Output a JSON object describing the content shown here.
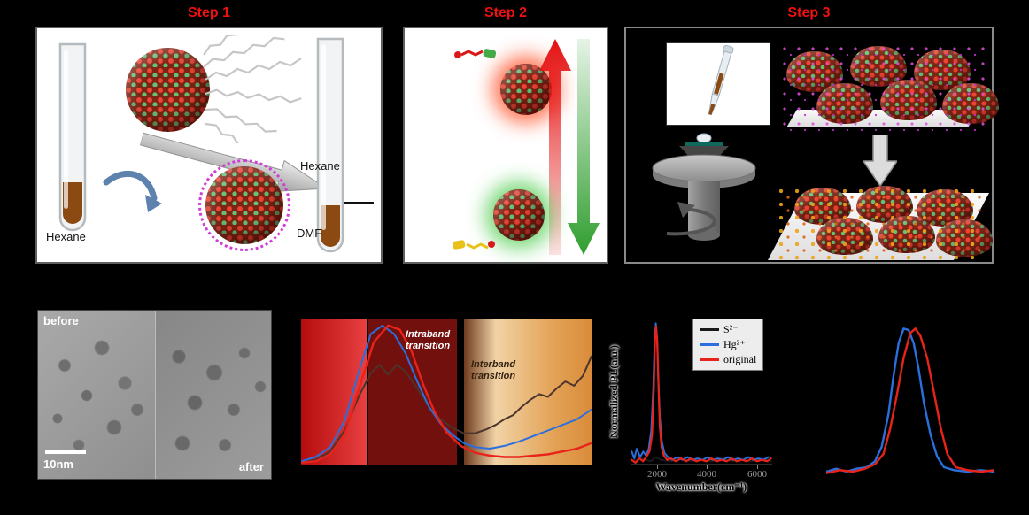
{
  "palette": {
    "step_title_color": "#f01010",
    "series_red": "#e8241a",
    "series_blue": "#2a6fdd",
    "series_black": "#1a1a1a",
    "nanocrystal_red": "#ef4433",
    "nanocrystal_green": "#63c276"
  },
  "steps": [
    {
      "title": "Step 1",
      "left_tube_label": "Hexane",
      "right_tube_label_top": "Hexane",
      "right_tube_label_bottom": "DMF"
    },
    {
      "title": "Step 2"
    },
    {
      "title": "Step 3"
    }
  ],
  "tem": {
    "before_label": "before",
    "after_label": "after",
    "scale_bar_label": "10nm"
  },
  "absorption": {
    "intraband_line1": "Intraband",
    "intraband_line2": "transition",
    "interband_line1": "Interband",
    "interband_line2": "transition"
  },
  "pl": {
    "ylabel": "Normalized PL(a.u.)",
    "xlabel": "Wavenumber(cm⁻¹)",
    "ticks": [
      "2000",
      "4000",
      "6000"
    ],
    "legend": [
      {
        "label": "S²⁻",
        "color": "#1a1a1a"
      },
      {
        "label": "Hg²⁺",
        "color": "#2a6fdd"
      },
      {
        "label": "original",
        "color": "#e8241a"
      }
    ]
  },
  "chart_data": [
    {
      "type": "line",
      "title": "Absorption spectra with intraband and interband transitions",
      "xlim": [
        0,
        1
      ],
      "ylim": [
        0,
        1.05
      ],
      "grid": false,
      "annotations": [
        "Intraband transition",
        "Interband transition"
      ],
      "series": [
        {
          "name": "S2-",
          "color": "#4a342c",
          "stroke_width": 2,
          "points": [
            [
              0.0,
              0.02
            ],
            [
              0.05,
              0.04
            ],
            [
              0.1,
              0.1
            ],
            [
              0.15,
              0.25
            ],
            [
              0.2,
              0.5
            ],
            [
              0.24,
              0.66
            ],
            [
              0.27,
              0.72
            ],
            [
              0.3,
              0.65
            ],
            [
              0.33,
              0.72
            ],
            [
              0.36,
              0.67
            ],
            [
              0.4,
              0.55
            ],
            [
              0.44,
              0.42
            ],
            [
              0.48,
              0.33
            ],
            [
              0.52,
              0.27
            ],
            [
              0.56,
              0.23
            ],
            [
              0.6,
              0.23
            ],
            [
              0.64,
              0.26
            ],
            [
              0.67,
              0.29
            ],
            [
              0.7,
              0.33
            ],
            [
              0.73,
              0.36
            ],
            [
              0.76,
              0.42
            ],
            [
              0.79,
              0.47
            ],
            [
              0.82,
              0.51
            ],
            [
              0.85,
              0.49
            ],
            [
              0.88,
              0.55
            ],
            [
              0.91,
              0.6
            ],
            [
              0.94,
              0.57
            ],
            [
              0.97,
              0.64
            ],
            [
              1.0,
              0.78
            ]
          ]
        },
        {
          "name": "Hg2+",
          "color": "#2a6fdd",
          "stroke_width": 2,
          "points": [
            [
              0.0,
              0.03
            ],
            [
              0.05,
              0.06
            ],
            [
              0.1,
              0.13
            ],
            [
              0.15,
              0.32
            ],
            [
              0.2,
              0.68
            ],
            [
              0.24,
              0.94
            ],
            [
              0.28,
              1.0
            ],
            [
              0.32,
              0.94
            ],
            [
              0.36,
              0.8
            ],
            [
              0.4,
              0.6
            ],
            [
              0.44,
              0.42
            ],
            [
              0.48,
              0.3
            ],
            [
              0.52,
              0.22
            ],
            [
              0.56,
              0.16
            ],
            [
              0.6,
              0.13
            ],
            [
              0.65,
              0.12
            ],
            [
              0.7,
              0.14
            ],
            [
              0.75,
              0.17
            ],
            [
              0.8,
              0.21
            ],
            [
              0.85,
              0.25
            ],
            [
              0.9,
              0.29
            ],
            [
              0.95,
              0.33
            ],
            [
              1.0,
              0.4
            ]
          ]
        },
        {
          "name": "original",
          "color": "#e8241a",
          "stroke_width": 2.4,
          "points": [
            [
              0.0,
              0.02
            ],
            [
              0.05,
              0.03
            ],
            [
              0.1,
              0.08
            ],
            [
              0.15,
              0.22
            ],
            [
              0.2,
              0.55
            ],
            [
              0.25,
              0.88
            ],
            [
              0.3,
              1.0
            ],
            [
              0.34,
              0.97
            ],
            [
              0.38,
              0.82
            ],
            [
              0.42,
              0.58
            ],
            [
              0.46,
              0.38
            ],
            [
              0.5,
              0.24
            ],
            [
              0.55,
              0.14
            ],
            [
              0.6,
              0.09
            ],
            [
              0.65,
              0.07
            ],
            [
              0.7,
              0.06
            ],
            [
              0.75,
              0.06
            ],
            [
              0.8,
              0.07
            ],
            [
              0.85,
              0.08
            ],
            [
              0.9,
              0.1
            ],
            [
              0.95,
              0.12
            ],
            [
              1.0,
              0.16
            ]
          ]
        }
      ]
    },
    {
      "type": "line",
      "xlabel": "Wavenumber(cm⁻¹)",
      "ylabel": "Normalized PL(a.u.)",
      "xlim": [
        1000,
        6600
      ],
      "ylim": [
        0,
        1.08
      ],
      "x_ticks": [
        2000,
        4000,
        6000
      ],
      "legend_position": "upper right",
      "series": [
        {
          "name": "S²⁻",
          "color": "#1a1a1a",
          "stroke_width": 2,
          "points": [
            [
              1050,
              0.03
            ],
            [
              1400,
              0.05
            ],
            [
              1800,
              0.03
            ],
            [
              2000,
              0.06
            ],
            [
              2200,
              0.04
            ],
            [
              2600,
              0.03
            ],
            [
              3000,
              0.05
            ],
            [
              3400,
              0.03
            ],
            [
              3800,
              0.04
            ],
            [
              4200,
              0.03
            ],
            [
              4600,
              0.05
            ],
            [
              5000,
              0.03
            ],
            [
              5400,
              0.04
            ],
            [
              5800,
              0.03
            ],
            [
              6200,
              0.05
            ],
            [
              6550,
              0.03
            ]
          ]
        },
        {
          "name": "Hg²⁺",
          "color": "#2a6fdd",
          "stroke_width": 2,
          "points": [
            [
              1050,
              0.1
            ],
            [
              1150,
              0.05
            ],
            [
              1250,
              0.12
            ],
            [
              1380,
              0.06
            ],
            [
              1500,
              0.1
            ],
            [
              1620,
              0.07
            ],
            [
              1720,
              0.12
            ],
            [
              1820,
              0.25
            ],
            [
              1900,
              0.55
            ],
            [
              1960,
              0.92
            ],
            [
              2000,
              1.02
            ],
            [
              2050,
              0.9
            ],
            [
              2100,
              0.62
            ],
            [
              2160,
              0.35
            ],
            [
              2240,
              0.17
            ],
            [
              2340,
              0.09
            ],
            [
              2480,
              0.06
            ],
            [
              2650,
              0.04
            ],
            [
              2850,
              0.06
            ],
            [
              3050,
              0.04
            ],
            [
              3250,
              0.06
            ],
            [
              3450,
              0.04
            ],
            [
              3650,
              0.05
            ],
            [
              3850,
              0.04
            ],
            [
              4050,
              0.06
            ],
            [
              4250,
              0.04
            ],
            [
              4450,
              0.05
            ],
            [
              4650,
              0.04
            ],
            [
              4850,
              0.06
            ],
            [
              5050,
              0.04
            ],
            [
              5250,
              0.05
            ],
            [
              5450,
              0.04
            ],
            [
              5650,
              0.06
            ],
            [
              5850,
              0.04
            ],
            [
              6050,
              0.05
            ],
            [
              6250,
              0.04
            ],
            [
              6450,
              0.06
            ]
          ]
        },
        {
          "name": "original",
          "color": "#e8241a",
          "stroke_width": 2.2,
          "points": [
            [
              1050,
              0.04
            ],
            [
              1200,
              0.02
            ],
            [
              1350,
              0.05
            ],
            [
              1500,
              0.03
            ],
            [
              1650,
              0.07
            ],
            [
              1750,
              0.1
            ],
            [
              1850,
              0.22
            ],
            [
              1920,
              0.55
            ],
            [
              1970,
              0.9
            ],
            [
              2010,
              1.0
            ],
            [
              2060,
              0.88
            ],
            [
              2110,
              0.55
            ],
            [
              2160,
              0.28
            ],
            [
              2230,
              0.13
            ],
            [
              2320,
              0.07
            ],
            [
              2450,
              0.04
            ],
            [
              2600,
              0.05
            ],
            [
              2800,
              0.03
            ],
            [
              3000,
              0.05
            ],
            [
              3200,
              0.03
            ],
            [
              3400,
              0.05
            ],
            [
              3600,
              0.03
            ],
            [
              3800,
              0.04
            ],
            [
              4000,
              0.03
            ],
            [
              4200,
              0.05
            ],
            [
              4400,
              0.03
            ],
            [
              4600,
              0.04
            ],
            [
              4800,
              0.03
            ],
            [
              5000,
              0.05
            ],
            [
              5200,
              0.03
            ],
            [
              5400,
              0.04
            ],
            [
              5600,
              0.03
            ],
            [
              5800,
              0.05
            ],
            [
              6000,
              0.03
            ],
            [
              6200,
              0.04
            ],
            [
              6400,
              0.03
            ],
            [
              6550,
              0.05
            ]
          ]
        }
      ]
    },
    {
      "type": "line",
      "xlim": [
        0,
        1
      ],
      "ylim": [
        0,
        1.08
      ],
      "series": [
        {
          "name": "blue",
          "color": "#2a6fdd",
          "stroke_width": 2.4,
          "points": [
            [
              0.0,
              0.03
            ],
            [
              0.06,
              0.05
            ],
            [
              0.12,
              0.03
            ],
            [
              0.18,
              0.05
            ],
            [
              0.24,
              0.06
            ],
            [
              0.29,
              0.1
            ],
            [
              0.33,
              0.2
            ],
            [
              0.37,
              0.42
            ],
            [
              0.4,
              0.68
            ],
            [
              0.43,
              0.9
            ],
            [
              0.46,
              1.0
            ],
            [
              0.49,
              0.99
            ],
            [
              0.52,
              0.9
            ],
            [
              0.55,
              0.72
            ],
            [
              0.58,
              0.5
            ],
            [
              0.62,
              0.28
            ],
            [
              0.66,
              0.13
            ],
            [
              0.7,
              0.06
            ],
            [
              0.76,
              0.04
            ],
            [
              0.84,
              0.03
            ],
            [
              0.92,
              0.04
            ],
            [
              1.0,
              0.03
            ]
          ]
        },
        {
          "name": "red",
          "color": "#e8241a",
          "stroke_width": 2.4,
          "points": [
            [
              0.0,
              0.02
            ],
            [
              0.08,
              0.04
            ],
            [
              0.16,
              0.03
            ],
            [
              0.23,
              0.05
            ],
            [
              0.29,
              0.08
            ],
            [
              0.34,
              0.15
            ],
            [
              0.38,
              0.32
            ],
            [
              0.42,
              0.55
            ],
            [
              0.46,
              0.8
            ],
            [
              0.5,
              0.97
            ],
            [
              0.53,
              1.0
            ],
            [
              0.56,
              0.95
            ],
            [
              0.6,
              0.8
            ],
            [
              0.64,
              0.57
            ],
            [
              0.68,
              0.33
            ],
            [
              0.72,
              0.15
            ],
            [
              0.77,
              0.06
            ],
            [
              0.84,
              0.04
            ],
            [
              0.92,
              0.03
            ],
            [
              1.0,
              0.04
            ]
          ]
        }
      ]
    }
  ]
}
